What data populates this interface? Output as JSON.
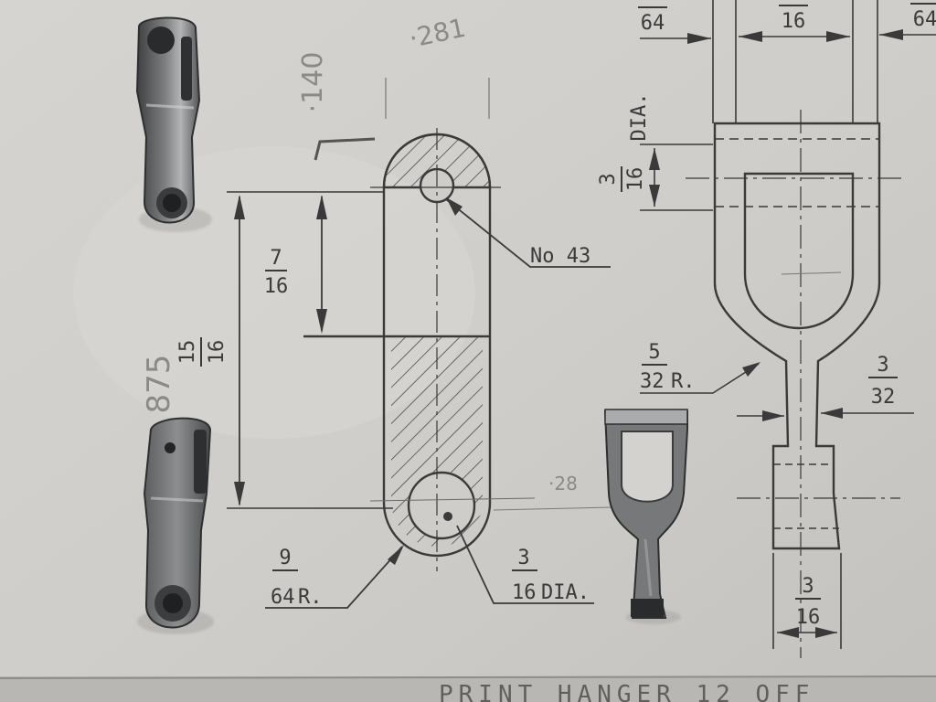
{
  "drawing": {
    "left_view": {
      "drill_note": "No 43",
      "hole_dim": {
        "num": "3",
        "den": "16",
        "suffix": "DIA."
      },
      "upper_len": {
        "num": "7",
        "den": "16"
      },
      "total_len": {
        "num": "15",
        "den": "16"
      },
      "end_radius": {
        "num": "9",
        "den": "64",
        "suffix": "R."
      }
    },
    "right_view": {
      "top_left_frac": {
        "num": "",
        "den": "64"
      },
      "top_mid_frac": {
        "num": "",
        "den": "16"
      },
      "top_right_frac": {
        "num": "",
        "den": "64"
      },
      "dia_label": "DIA.",
      "slot_frac": {
        "num": "3",
        "den": "16"
      },
      "fillet_radius": {
        "num": "5",
        "den": "32",
        "suffix": "R."
      },
      "stem_width": {
        "num": "3",
        "den": "32"
      },
      "tail_width": {
        "num": "3",
        "den": "16"
      }
    },
    "title_partial": "PRINT HANGER 12 OFF"
  },
  "pencil_notes": {
    "top_a": "·140",
    "top_b": "·281",
    "side": "875",
    "right": "·28"
  },
  "colors": {
    "paper": "#cfcdc9",
    "ink": "#3a3a3a",
    "steel_dark": "#4e4f50",
    "steel_light": "#a7a9aa"
  }
}
